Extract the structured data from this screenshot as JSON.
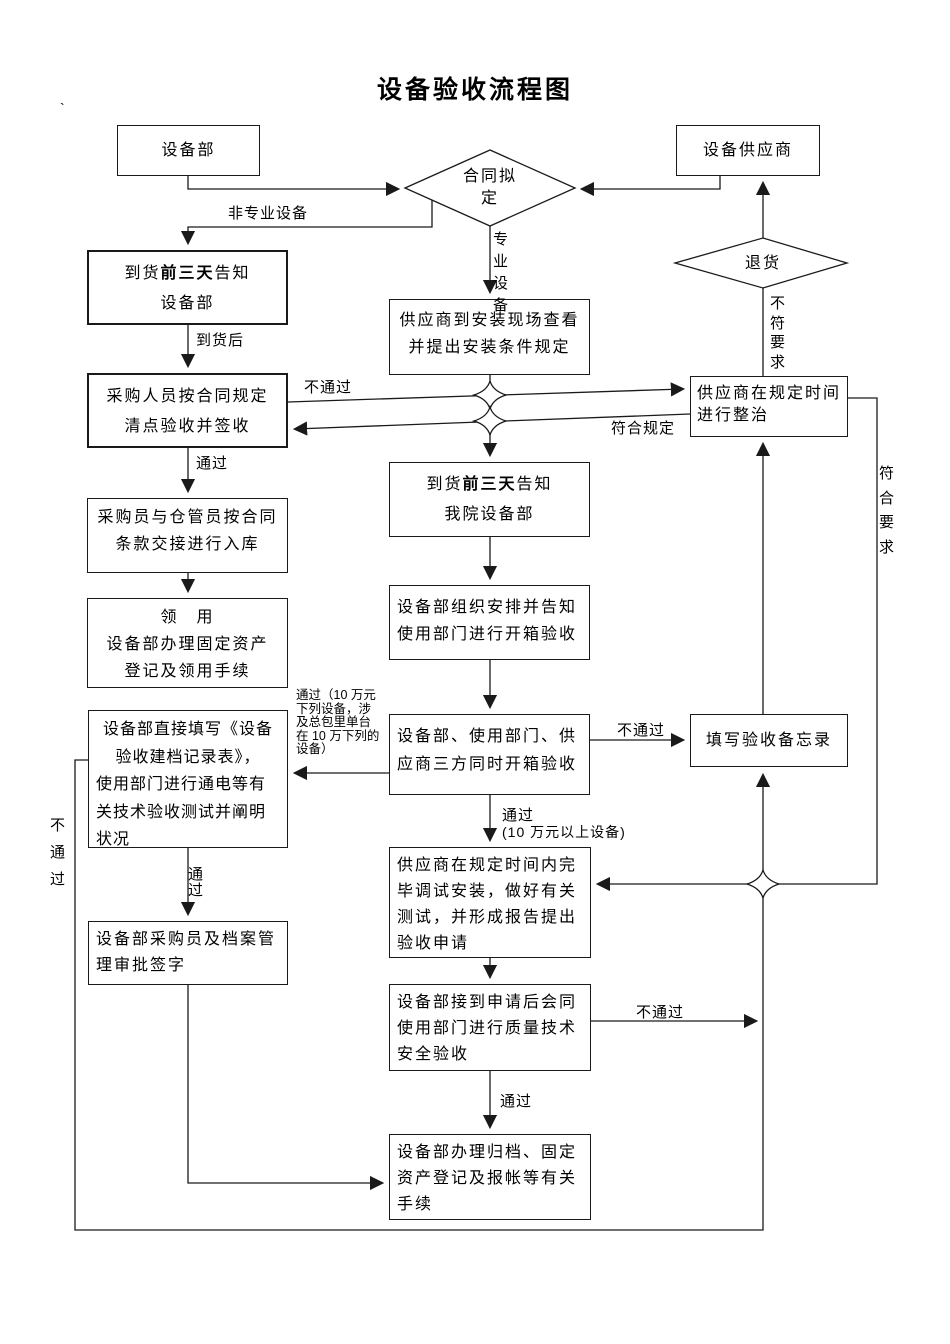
{
  "title": "设备验收流程图",
  "stray_mark": "`",
  "nodes": {
    "dept": "设备部",
    "supplier": "设备供应商",
    "contract": [
      "合同拟",
      "定"
    ],
    "return_goods": "退货",
    "notify_dept": {
      "pre": "到货",
      "bold": "前三天",
      "post": "告知",
      "line2": "设备部"
    },
    "check_sign": [
      "采购人员按合同规定",
      "清点验收并签收"
    ],
    "warehouse": [
      "采购员与仓管员按合同",
      "条款交接进行入库"
    ],
    "receive_use": [
      "领　用",
      "设备部办理固定资产",
      "登记及领用手续"
    ],
    "record_form": [
      "设备部直接填写《设备",
      "验收建档记录表》，",
      "使用部门进行通电等有",
      "关技术验收测试并阐明",
      "状况"
    ],
    "archive_sign": [
      "设备部采购员及档案管",
      "理审批签字"
    ],
    "site_check": [
      "供应商到安装现场查看",
      "并提出安装条件规定"
    ],
    "notify_hospital": {
      "pre": "到货",
      "bold": "前三天",
      "post": "告知",
      "line2": "我院设备部"
    },
    "arrange_unbox": [
      "设备部组织安排并告知",
      "使用部门进行开箱验收"
    ],
    "tripartite": [
      "设备部、使用部门、供",
      "应商三方同时开箱验收"
    ],
    "rectify": [
      "供应商在规定时间",
      "进行整治"
    ],
    "memo": "填写验收备忘录",
    "install_test": [
      "供应商在规定时间内完",
      "毕调试安装，做好有关",
      "测试，并形成报告提出",
      "验收申请"
    ],
    "quality_check": [
      "设备部接到申请后会同",
      "使用部门进行质量技术",
      "安全验收"
    ],
    "final_archive": [
      "设备部办理归档、固定",
      "资产登记及报帐等有关",
      "手续"
    ]
  },
  "labels": {
    "non_professional": "非专业设备",
    "professional": "专业设备",
    "after_arrival": "到货后",
    "fail": "不通过",
    "pass": "通过",
    "conform_rule": "符合规定",
    "not_conform_req": "不符要求",
    "conform_req": "符合要求",
    "pass_note": [
      "通过（10 万元",
      "下列设备，涉",
      "及总包里单台",
      "在 10 万下列的",
      "设备）"
    ],
    "pass_above_note": "(10 万元以上设备)"
  }
}
